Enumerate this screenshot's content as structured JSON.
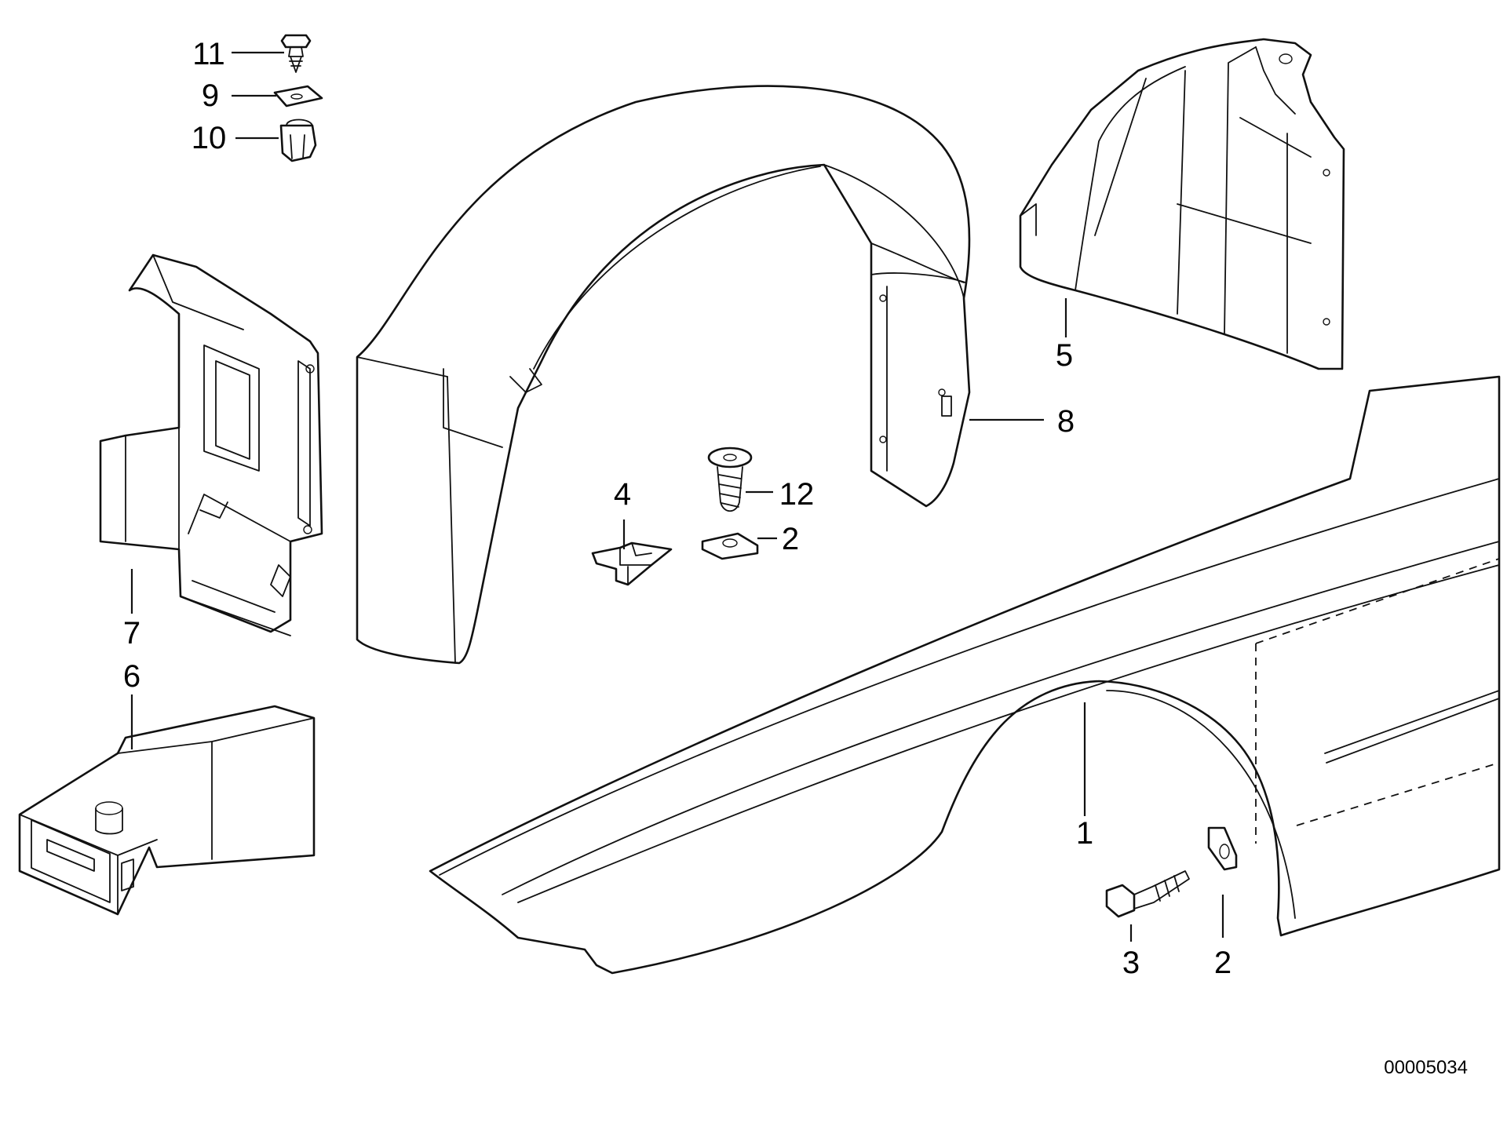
{
  "diagram": {
    "id_label": "00005034",
    "callouts": {
      "c1": "1",
      "c2a": "2",
      "c2b": "2",
      "c3": "3",
      "c4": "4",
      "c5": "5",
      "c6": "6",
      "c7": "7",
      "c8": "8",
      "c9": "9",
      "c10": "10",
      "c11": "11",
      "c12": "12"
    }
  }
}
